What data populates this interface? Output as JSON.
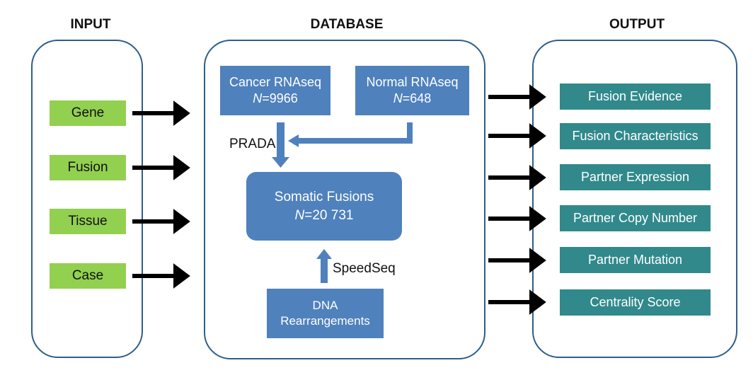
{
  "headers": {
    "input": "INPUT",
    "database": "DATABASE",
    "output": "OUTPUT"
  },
  "inputs": [
    "Gene",
    "Fusion",
    "Tissue",
    "Case"
  ],
  "database": {
    "cancer_title": "Cancer RNAseq",
    "cancer_n_label": "N",
    "cancer_n_value": "=9966",
    "normal_title": "Normal RNAseq",
    "normal_n_label": "N",
    "normal_n_value": "=648",
    "prada": "PRADA",
    "somatic_title": "Somatic Fusions",
    "somatic_n_label": "N",
    "somatic_n_value": "=20 731",
    "speedseq": "SpeedSeq",
    "dna_line1": "DNA",
    "dna_line2": "Rearrangements"
  },
  "outputs": [
    "Fusion Evidence",
    "Fusion Characteristics",
    "Partner Expression",
    "Partner Copy Number",
    "Partner Mutation",
    "Centrality Score"
  ],
  "colors": {
    "panel_border": "#2e5e8a",
    "input_box": "#92d050",
    "database_box": "#4f81bd",
    "output_box": "#31898c",
    "arrow": "#000000"
  }
}
